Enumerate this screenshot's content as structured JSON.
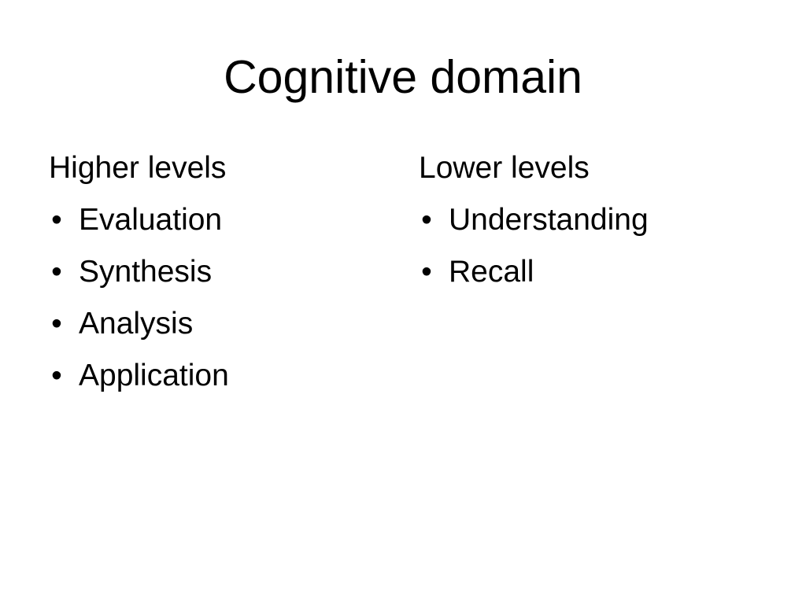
{
  "slide": {
    "title": "Cognitive domain",
    "left_column": {
      "heading": "Higher levels",
      "items": [
        "Evaluation",
        "Synthesis",
        "Analysis",
        "Application"
      ]
    },
    "right_column": {
      "heading": "Lower levels",
      "items": [
        "Understanding",
        "Recall"
      ]
    },
    "bullet": "•",
    "colors": {
      "background": "#ffffff",
      "text": "#000000"
    }
  }
}
